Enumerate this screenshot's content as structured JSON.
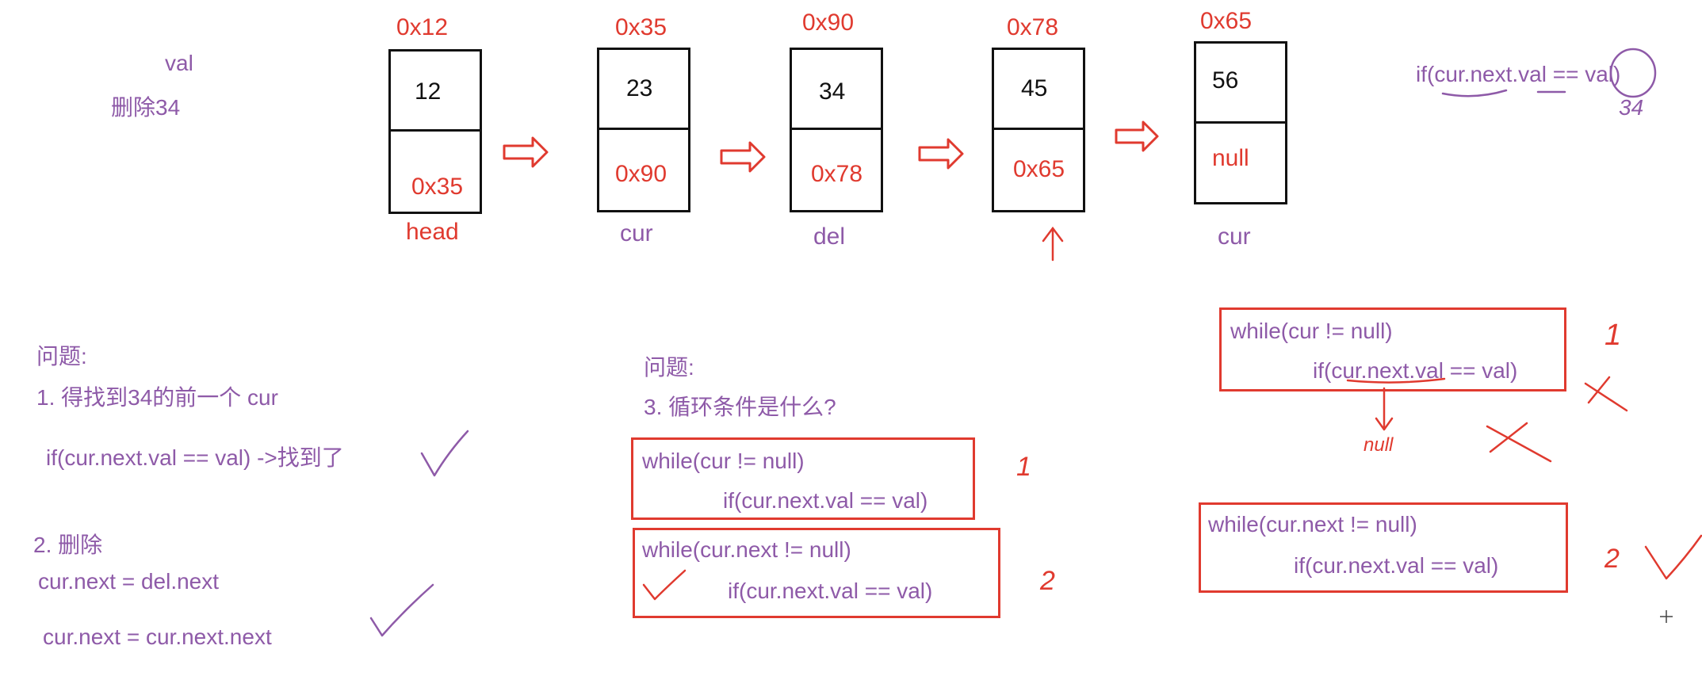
{
  "top_left": {
    "val_label": "val",
    "delete_label": "删除34"
  },
  "nodes": [
    {
      "addr": "0x12",
      "val": "12",
      "next": "0x35",
      "pointer": "head"
    },
    {
      "addr": "0x35",
      "val": "23",
      "next": "0x90",
      "pointer": "cur"
    },
    {
      "addr": "0x90",
      "val": "34",
      "next": "0x78",
      "pointer": "del"
    },
    {
      "addr": "0x78",
      "val": "45",
      "next": "0x65",
      "pointer": ""
    },
    {
      "addr": "0x65",
      "val": "56",
      "next": "null",
      "pointer": "cur"
    }
  ],
  "top_right": {
    "condition": "if(cur.next.val == val)",
    "handwritten": "34"
  },
  "left_notes": {
    "question_title": "问题:",
    "item1": "1. 得找到34的前一个  cur",
    "item1_code": "if(cur.next.val == val) ->找到了",
    "item2": "2. 删除",
    "item2_code1": "cur.next = del.next",
    "item2_code2": "cur.next = cur.next.next"
  },
  "middle_notes": {
    "question_title": "问题:",
    "item3": "3. 循环条件是什么?",
    "box1_line1": "while(cur != null)",
    "box1_line2": "if(cur.next.val == val)",
    "box1_mark": "1",
    "box2_line1": "while(cur.next != null)",
    "box2_line2": "if(cur.next.val == val)",
    "box2_mark": "2"
  },
  "right_notes": {
    "box1_line1": "while(cur != null)",
    "box1_line2": "if(cur.next.val == val)",
    "box1_mark": "1",
    "null_note": "null",
    "box2_line1": "while(cur.next != null)",
    "box2_line2": "if(cur.next.val == val)",
    "box2_mark": "2"
  },
  "colors": {
    "purple": "#8e5aa8",
    "red": "#e03a2f",
    "black": "#111111"
  }
}
